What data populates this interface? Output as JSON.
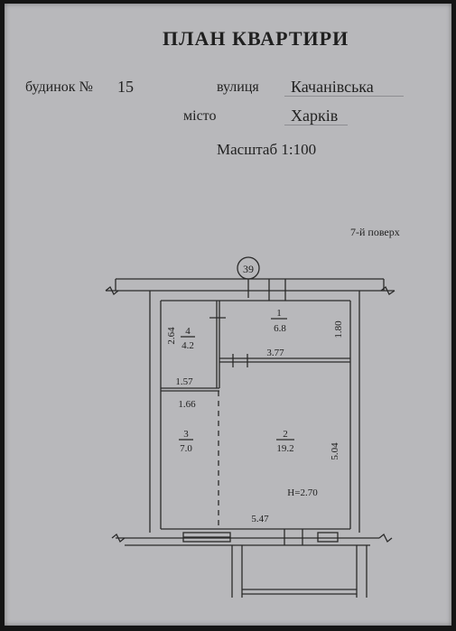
{
  "header": {
    "title": "ПЛАН КВАРТИРИ",
    "house_label": "будинок №",
    "house_number": "15",
    "street_label": "вулиця",
    "street_value": "Качанівська",
    "city_label": "місто",
    "city_value": "Харків",
    "scale": "Масштаб 1:100",
    "floor": "7-й поверх"
  },
  "plan": {
    "axis_label": "39",
    "rooms": [
      {
        "number": "1",
        "area": "6.8"
      },
      {
        "number": "2",
        "area": "19.2"
      },
      {
        "number": "3",
        "area": "7.0"
      },
      {
        "number": "4",
        "area": "4.2"
      }
    ],
    "dimensions": {
      "d_2_64": "2.64",
      "d_1_80": "1.80",
      "d_3_77": "3.77",
      "d_1_57": "1.57",
      "d_1_66": "1.66",
      "d_5_04": "5.04",
      "d_5_47": "5.47"
    },
    "height": "H=2.70"
  }
}
